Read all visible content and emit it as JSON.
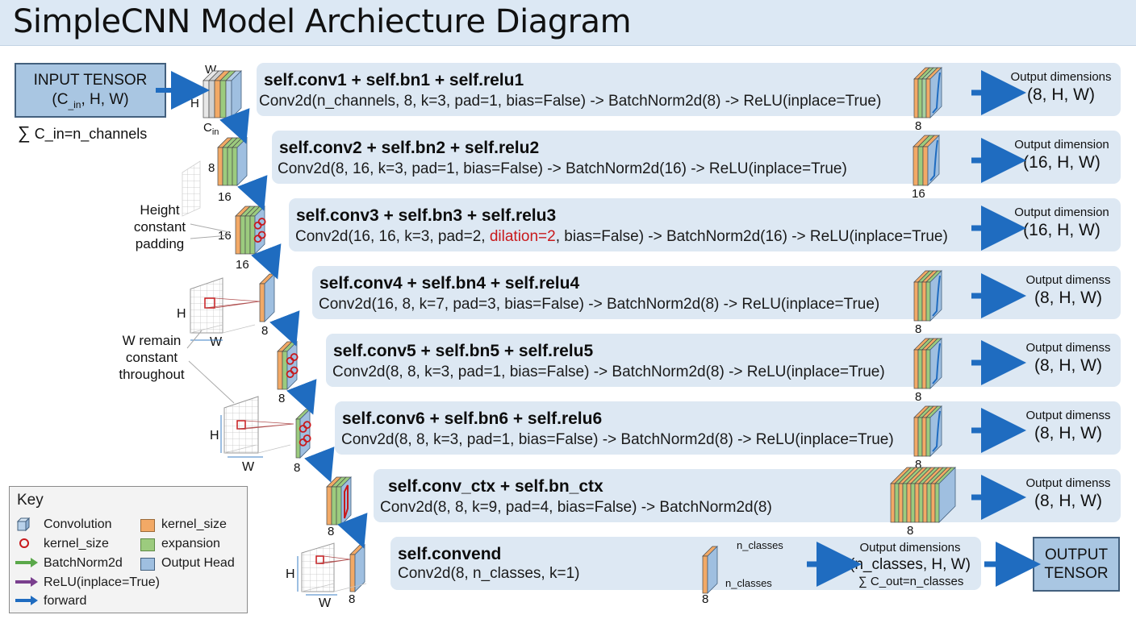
{
  "title": "SimpleCNN Model Archiecture Diagram",
  "input": {
    "line1": "INPUT TENSOR",
    "line2_pre": "(C",
    "line2_sub": "_in",
    "line2_post": ", H, W)",
    "sum_glyph": "∑",
    "sum_text": "C_in=n_channels"
  },
  "dims": {
    "w": "W",
    "h": "H",
    "c_main": "C",
    "c_sub": "in"
  },
  "stages": [
    {
      "title": "self.conv1 + self.bn1 + self.relu1",
      "desc": "Conv2d(n_channels, 8, k=3, pad=1, bias=False) -> BatchNorm2d(8) -> ReLU(inplace=True)",
      "desc_pre": "",
      "desc_red": "",
      "desc_post": "",
      "out_label": "Output dimensions",
      "out_dim": "(8, H, W)",
      "in_channels": "",
      "out_channels": "8"
    },
    {
      "title": "self.conv2 + self.bn2 + self.relu2",
      "desc": "Conv2d(8, 16, k=3, pad=1, bias=False) -> BatchNorm2d(16) -> ReLU(inplace=True)",
      "desc_pre": "",
      "desc_red": "",
      "desc_post": "",
      "out_label": "Output dimension",
      "out_dim": "(16, H, W)",
      "in_channels": "8",
      "in_bottom": "16",
      "out_channels": "16"
    },
    {
      "title": "self.conv3 + self.bn3 + self.relu3",
      "desc": "",
      "desc_pre": "Conv2d(16, 16, k=3, pad=2, ",
      "desc_red": "dilation=2",
      "desc_post": ", bias=False) -> BatchNorm2d(16) -> ReLU(inplace=True)",
      "out_label": "Output dimension",
      "out_dim": "(16, H, W)",
      "in_channels": "16",
      "in_bottom": "16",
      "out_channels": ""
    },
    {
      "title": "self.conv4 + self.bn4 + self.relu4",
      "desc": "Conv2d(16, 8, k=7, pad=3, bias=False) -> BatchNorm2d(8) -> ReLU(inplace=True)",
      "desc_pre": "",
      "desc_red": "",
      "desc_post": "",
      "out_label": "Output dimenss",
      "out_dim": "(8, H, W)",
      "in_bottom": "8",
      "out_channels": "8"
    },
    {
      "title": "self.conv5 + self.bn5 + self.relu5",
      "desc": "Conv2d(8, 8, k=3, pad=1, bias=False) -> BatchNorm2d(8) -> ReLU(inplace=True)",
      "desc_pre": "",
      "desc_red": "",
      "desc_post": "",
      "out_label": "Output dimenss",
      "out_dim": "(8, H, W)",
      "in_bottom": "8",
      "out_channels": "8"
    },
    {
      "title": "self.conv6 + self.bn6 + self.relu6",
      "desc": "Conv2d(8, 8, k=3, pad=1, bias=False) -> BatchNorm2d(8) -> ReLU(inplace=True)",
      "desc_pre": "",
      "desc_red": "",
      "desc_post": "",
      "out_label": "Output dimenss",
      "out_dim": "(8, H, W)",
      "in_bottom": "8",
      "out_channels": "8"
    },
    {
      "title": "self.conv_ctx + self.bn_ctx",
      "desc": "Conv2d(8, 8, k=9, pad=4, bias=False) -> BatchNorm2d(8)",
      "desc_pre": "",
      "desc_red": "",
      "desc_post": "",
      "out_label": "Output dimenss",
      "out_dim": "(8, H, W)",
      "in_bottom": "8",
      "out_channels": "8"
    },
    {
      "title": "self.convend",
      "desc": "Conv2d(8, n_classes, k=1)",
      "desc_pre": "",
      "desc_red": "",
      "desc_post": "",
      "out_label": "Output dimensions",
      "out_dim": "(n_classes, H, W)",
      "in_bottom": "8",
      "out_channels": "8",
      "n_classes_top": "n_classes",
      "n_classes_side": "n_classes",
      "out_sum_glyph": "∑",
      "out_sum_text": "C_out=n_classes"
    }
  ],
  "annotations": {
    "height_note": [
      "Height",
      "constant",
      "padding"
    ],
    "width_note": [
      "W remain",
      "constant",
      "throughout"
    ],
    "grid_h": "H",
    "grid_w": "W"
  },
  "output": {
    "line1": "OUTPUT",
    "line2": "TENSOR"
  },
  "legend": {
    "title": "Key",
    "items": [
      {
        "label": "Convolution",
        "icon": "cube-icon"
      },
      {
        "label": "kernel_size",
        "icon": "orange-swatch"
      },
      {
        "label": "kernel_size",
        "icon": "red-circle-icon"
      },
      {
        "label": "expansion",
        "icon": "green-swatch"
      },
      {
        "label": "BatchNorm2d",
        "icon": "green-arrow-icon"
      },
      {
        "label": "Output Head",
        "icon": "blue-swatch"
      },
      {
        "label": "ReLU(inplace=True)",
        "icon": "purple-arrow-icon"
      },
      {
        "label": "forward",
        "icon": "blue-arrow-icon"
      }
    ]
  },
  "colors": {
    "panel": "#dde8f3",
    "blue_arrow": "#1f6cc0",
    "orange": "#f2a966",
    "green": "#9ccb7e",
    "block_blue": "#9fbfe0",
    "red": "#c8191c",
    "purple": "#7a3f8e"
  }
}
